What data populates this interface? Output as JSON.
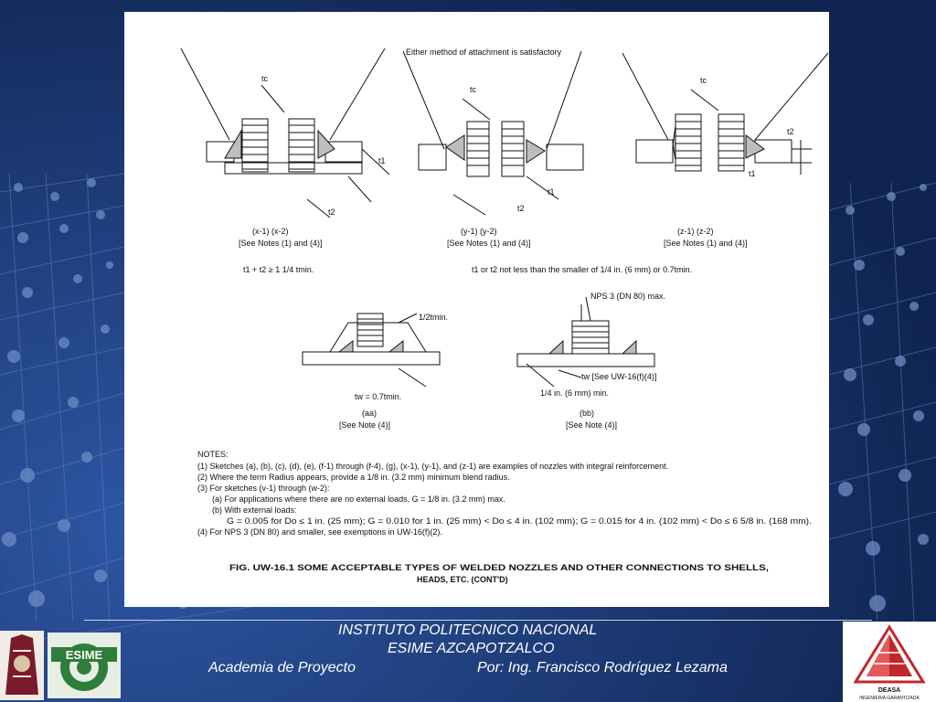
{
  "slide": {
    "background_color": "#142c5c",
    "accent_color": "#2e56a4"
  },
  "figure": {
    "top_callout": "Either method of attachment is satisfactory",
    "x_labels": "(x-1)          (x-2)",
    "y_labels": "(y-1)          (y-2)",
    "z_labels": "(z-1)          (z-2)",
    "x_notes": "[See Notes (1) and (4)]",
    "y_notes": "[See Notes (1) and (4)]",
    "z_notes": "[See Notes (1) and (4)]",
    "t_c": "tc",
    "t_1": "t1",
    "t_2": "t2",
    "formula_left": "t1 + t2 ≥ 1 1/4 tmin.",
    "formula_right": "t1 or t2 not less than the smaller of 1/4 in. (6 mm) or 0.7tmin.",
    "half_tmin": "1/2tmin.",
    "tw_formula": "tw = 0.7tmin.",
    "aa_label": "(aa)",
    "aa_note": "[See Note (4)]",
    "nps_label": "NPS 3 (DN 80) max.",
    "tw_ref": "tw [See UW-16(f)(4)]",
    "min_quarter": "1/4 in. (6 mm) min.",
    "bb_label": "(bb)",
    "bb_note": "[See Note (4)]",
    "notes_heading": "NOTES:",
    "notes": [
      "(1) Sketches (a), (b), (c), (d), (e), (f-1) through (f-4), (g), (x-1), (y-1), and (z-1) are examples of nozzles with integral reinforcement.",
      "(2) Where the term Radius appears, provide a 1/8 in. (3.2 mm) minimum blend radius.",
      "(3) For sketches (v-1) through (w-2):",
      "(a)  For applications where there are no external loads, G = 1/8 in. (3.2 mm) max.",
      "(b)  With external loads:",
      "G = 0.005 for Do ≤ 1 in. (25 mm); G = 0.010 for 1 in. (25 mm) < Do ≤ 4 in. (102 mm); G = 0.015 for 4 in. (102 mm) < Do ≤ 6 5/8 in. (168 mm).",
      "(4) For NPS 3 (DN 80) and smaller, see exemptions in UW-16(f)(2)."
    ],
    "caption_line1": "FIG. UW-16.1   SOME ACCEPTABLE TYPES OF WELDED NOZZLES AND OTHER CONNECTIONS TO SHELLS,",
    "caption_line2": "HEADS, ETC. (CONT'D)"
  },
  "footer": {
    "institution": "INSTITUTO POLITECNICO NACIONAL",
    "school": "ESIME AZCAPOTZALCO",
    "course": "Academia de Proyecto",
    "author": "Por: Ing. Francisco Rodríguez Lezama",
    "esime_logo_text": "ESIME",
    "deasa_logo_text": "DEASA",
    "deasa_logo_subtext": "INGENIERIA GARANTIZADA"
  }
}
